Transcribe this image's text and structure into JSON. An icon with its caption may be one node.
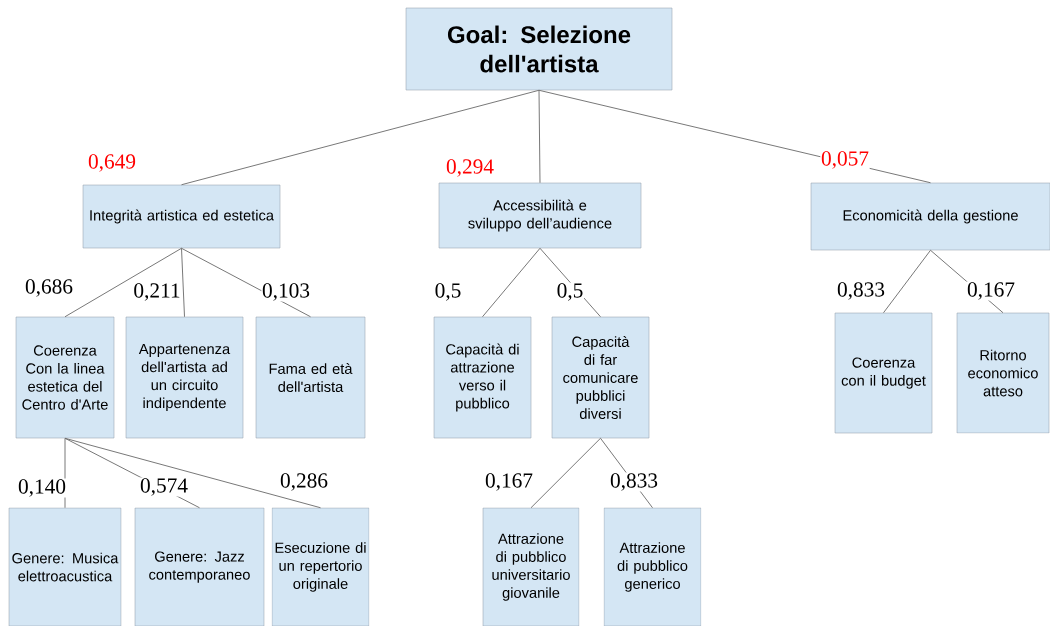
{
  "diagram": {
    "nodes": [
      {
        "text": [
          "Goal: Selezione dell'artista"
        ]
      },
      {
        "text": [
          "Integrità artistica ed estetica"
        ]
      },
      {
        "text": [
          "Accessibilità e sviluppo dell’audience"
        ]
      },
      {
        "text": [
          "Economicità della gestione"
        ]
      },
      {
        "text": [
          "Coerenza Con la linea estetica del Centro d'Arte"
        ]
      },
      {
        "text": [
          "Appartenenza dell'artista ad un circuito indipendente"
        ]
      },
      {
        "text": [
          "Fama ed età dell'artista"
        ]
      },
      {
        "text": [
          "Capacità di attrazione verso il pubblico"
        ]
      },
      {
        "text": [
          "Capacità di far comunicare pubblici diversi"
        ]
      },
      {
        "text": [
          "Coerenza con il budget"
        ]
      },
      {
        "text": [
          "Ritorno economico atteso"
        ]
      },
      {
        "text": [
          "Genere: Musica elettroacustica"
        ]
      },
      {
        "text": [
          "Genere: Jazz contemporaneo"
        ]
      },
      {
        "text": [
          "Esecuzione di un repertorio originale"
        ]
      },
      {
        "text": [
          "Attrazione di pubblico universitario giovanile"
        ]
      },
      {
        "text": [
          "Attrazione di pubblico generico"
        ]
      }
    ],
    "edges": [
      {
        "from": 0,
        "to": 1,
        "arrow": "none",
        "label": "0,649"
      },
      {
        "from": 0,
        "to": 2,
        "arrow": "none",
        "label": "0,294"
      },
      {
        "from": 0,
        "to": 3,
        "arrow": "none",
        "label": "0,057"
      },
      {
        "from": 1,
        "to": 4,
        "arrow": "none",
        "label": "0,686"
      },
      {
        "from": 1,
        "to": 5,
        "arrow": "none",
        "label": "0,211"
      },
      {
        "from": 1,
        "to": 6,
        "arrow": "none",
        "label": "0,103"
      },
      {
        "from": 2,
        "to": 7,
        "arrow": "none",
        "label": "0,5"
      },
      {
        "from": 2,
        "to": 8,
        "arrow": "none",
        "label": "0,5"
      },
      {
        "from": 3,
        "to": 9,
        "arrow": "none",
        "label": "0,833"
      },
      {
        "from": 3,
        "to": 10,
        "arrow": "none",
        "label": "0,167"
      },
      {
        "from": 4,
        "to": 11,
        "arrow": "none",
        "label": "0,140"
      },
      {
        "from": 4,
        "to": 12,
        "arrow": "none",
        "label": "0,574"
      },
      {
        "from": 4,
        "to": 13,
        "arrow": "none",
        "label": "0,286"
      },
      {
        "from": 8,
        "to": 14,
        "arrow": "none",
        "label": "0,167"
      },
      {
        "from": 8,
        "to": 15,
        "arrow": "none",
        "label": "0,833"
      }
    ]
  }
}
